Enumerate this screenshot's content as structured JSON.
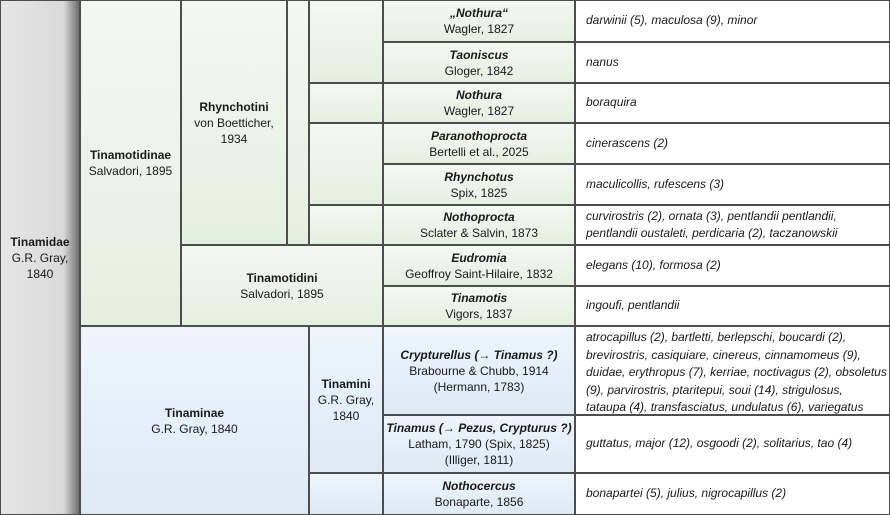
{
  "family": {
    "name": "Tinamidae",
    "author": "G.R. Gray,",
    "year": "1840"
  },
  "subfamilies": [
    {
      "name": "Tinamotidinae",
      "author": "Salvadori, 1895"
    },
    {
      "name": "Tinaminae",
      "author": "G.R. Gray, 1840"
    }
  ],
  "tribes": [
    {
      "name": "Rhynchotini",
      "author": "von Boetticher,",
      "year": "1934"
    },
    {
      "name": "Tinamotidini",
      "author": "Salvadori, 1895"
    },
    {
      "name": "Tinamini",
      "author": "G.R. Gray,",
      "year": "1840"
    }
  ],
  "genera": [
    {
      "name": "„Nothura“",
      "author": "Wagler, 1827",
      "species": [
        "darwinii (5), maculosa (9), minor"
      ]
    },
    {
      "name": "Taoniscus",
      "author": "Gloger, 1842",
      "species": [
        "nanus"
      ]
    },
    {
      "name": "Nothura",
      "author": "Wagler, 1827",
      "species": [
        "boraquira"
      ]
    },
    {
      "name": "Paranothoprocta",
      "author": "Bertelli et al., 2025",
      "species": [
        "cinerascens (2)"
      ]
    },
    {
      "name": "Rhynchotus",
      "author": "Spix, 1825",
      "species": [
        "maculicollis,  rufescens (3)"
      ]
    },
    {
      "name": "Nothoprocta",
      "author": "Sclater & Salvin, 1873",
      "species": [
        "curvirostris (2), ornata (3), pentlandii pentlandii,",
        "pentlandii  oustaleti, perdicaria (2), taczanowskii"
      ]
    },
    {
      "name": "Eudromia",
      "author": "Geoffroy Saint-Hilaire, 1832",
      "species": [
        "elegans (10), formosa (2)"
      ]
    },
    {
      "name": "Tinamotis",
      "author": "Vigors, 1837",
      "species": [
        "ingoufi, pentlandii"
      ]
    },
    {
      "name": "Crypturellus (→ Tinamus ?)",
      "author": "Brabourne & Chubb, 1914",
      "author2": "(Hermann, 1783)",
      "species": [
        "atrocapillus (2), bartletti, berlepschi, boucardi (2),",
        "brevirostris, casiquiare, cinereus, cinnamomeus (9),",
        "duidae, erythropus (7), kerriae, noctivagus (2), obsoletus",
        "(9), parvirostris, ptaritepui, soui (14), strigulosus,",
        "tataupa (4), transfasciatus, undulatus (6), variegatus"
      ]
    },
    {
      "name": "Tinamus (→ Pezus, Crypturus ?)",
      "author": "Latham, 1790 (Spix, 1825)",
      "author2": "(Illiger, 1811)",
      "species": [
        "guttatus, major (12), osgoodi (2), solitarius, tao (4)"
      ]
    },
    {
      "name": "Nothocercus",
      "author": "Bonaparte, 1856",
      "species": [
        "bonapartei (5), julius, nigrocapillus (2)"
      ]
    }
  ]
}
